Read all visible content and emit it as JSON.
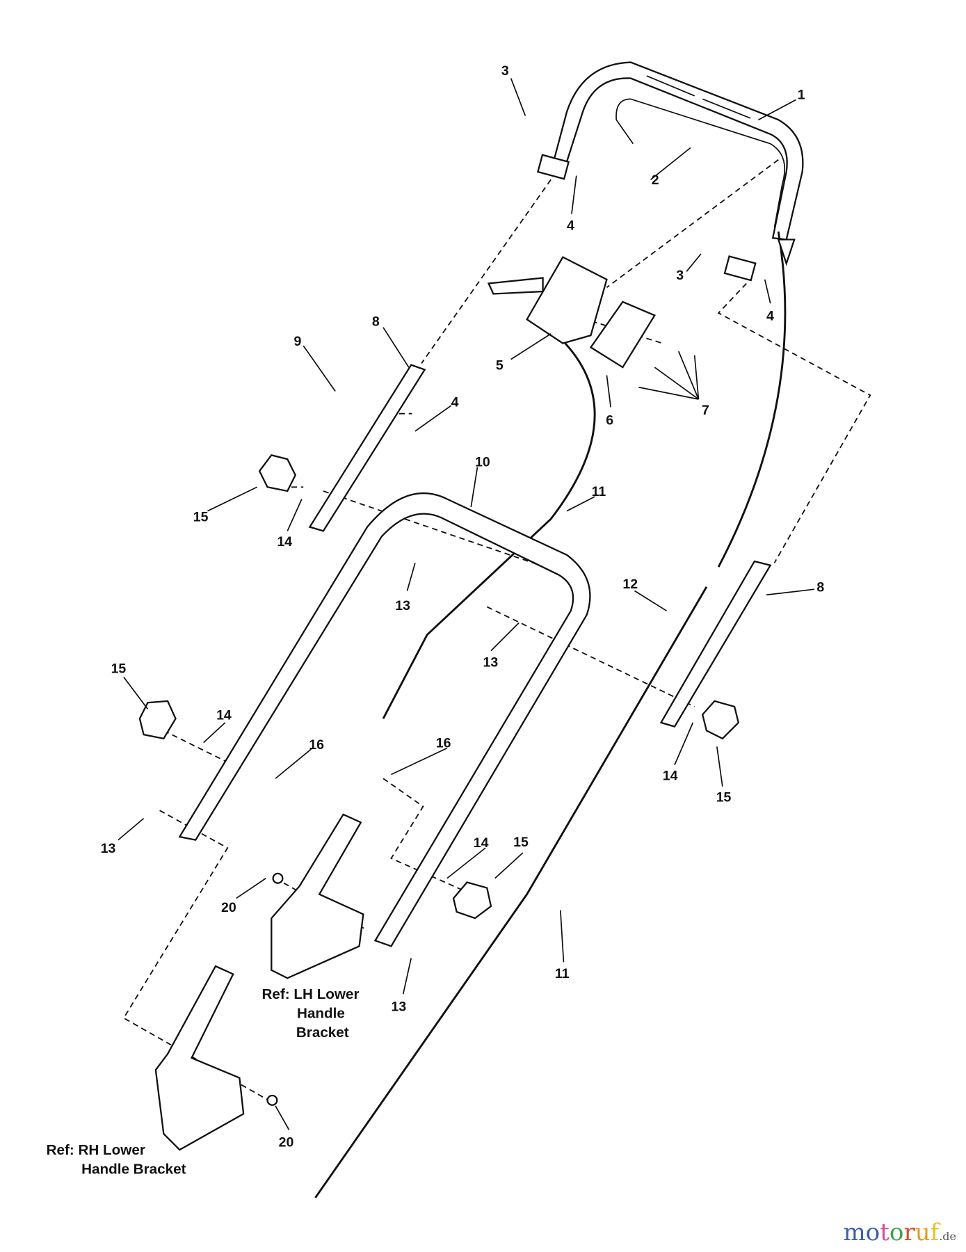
{
  "diagram": {
    "callouts": [
      {
        "id": "c1",
        "text": "1"
      },
      {
        "id": "c2",
        "text": "2"
      },
      {
        "id": "c3a",
        "text": "3"
      },
      {
        "id": "c4a",
        "text": "4"
      },
      {
        "id": "c3b",
        "text": "3"
      },
      {
        "id": "c4b",
        "text": "4"
      },
      {
        "id": "c5",
        "text": "5"
      },
      {
        "id": "c6",
        "text": "6"
      },
      {
        "id": "c7",
        "text": "7"
      },
      {
        "id": "c8a",
        "text": "8"
      },
      {
        "id": "c9",
        "text": "9"
      },
      {
        "id": "c4c",
        "text": "4"
      },
      {
        "id": "c10",
        "text": "10"
      },
      {
        "id": "c11a",
        "text": "11"
      },
      {
        "id": "c15a",
        "text": "15"
      },
      {
        "id": "c14a",
        "text": "14"
      },
      {
        "id": "c13a",
        "text": "13"
      },
      {
        "id": "c12",
        "text": "12"
      },
      {
        "id": "c8b",
        "text": "8"
      },
      {
        "id": "c13b",
        "text": "13"
      },
      {
        "id": "c15b",
        "text": "15"
      },
      {
        "id": "c14b",
        "text": "14"
      },
      {
        "id": "c16a",
        "text": "16"
      },
      {
        "id": "c16b",
        "text": "16"
      },
      {
        "id": "c13c",
        "text": "13"
      },
      {
        "id": "c14c",
        "text": "14"
      },
      {
        "id": "c15c",
        "text": "15"
      },
      {
        "id": "c14d",
        "text": "14"
      },
      {
        "id": "c15d",
        "text": "15"
      },
      {
        "id": "c20a",
        "text": "20"
      },
      {
        "id": "c11b",
        "text": "11"
      },
      {
        "id": "c13d",
        "text": "13"
      },
      {
        "id": "c20b",
        "text": "20"
      }
    ],
    "ref_lh": [
      "Ref: LH Lower",
      "Handle",
      "Bracket"
    ],
    "ref_rh": [
      "Ref: RH Lower",
      "Handle Bracket"
    ]
  },
  "watermark": {
    "letters": [
      "m",
      "o",
      "t",
      "o",
      "r",
      "u",
      "f"
    ],
    "colors": [
      "#3b5fa8",
      "#3b5fa8",
      "#d64a9a",
      "#3aa34a",
      "#d84a2a",
      "#e89a20",
      "#e8c020"
    ],
    "suffix": ".de",
    "suffix_color": "#555555"
  }
}
